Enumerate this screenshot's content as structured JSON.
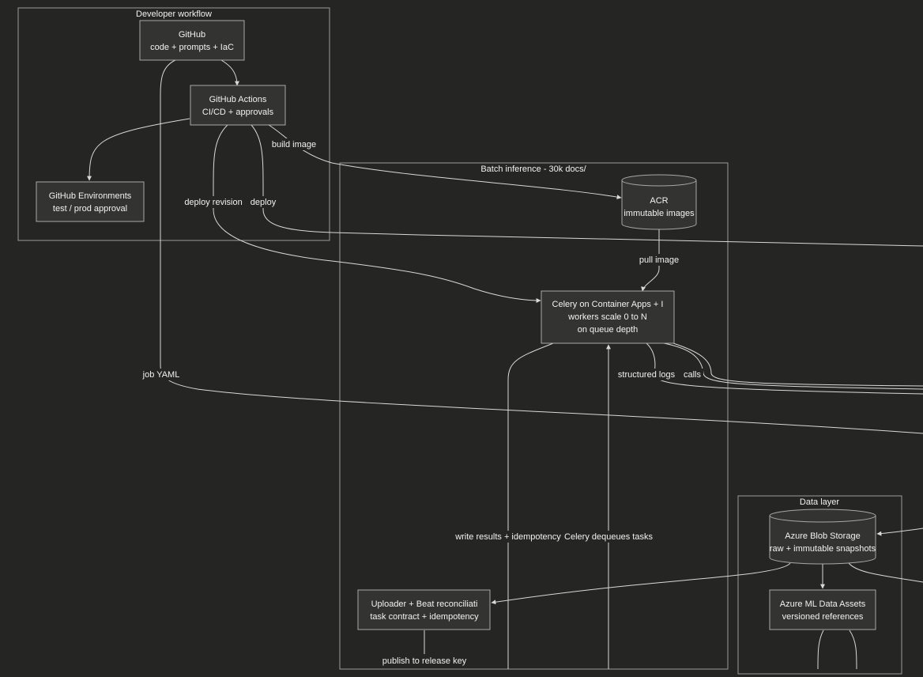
{
  "clusters": {
    "dev": {
      "title": "Developer workflow"
    },
    "batch": {
      "title": "Batch inference - 30k docs/"
    },
    "data": {
      "title": "Data layer"
    }
  },
  "nodes": {
    "github": {
      "line1": "GitHub",
      "line2": "code + prompts + IaC"
    },
    "actions": {
      "line1": "GitHub Actions",
      "line2": "CI/CD + approvals"
    },
    "environments": {
      "line1": "GitHub Environments",
      "line2": "test / prod approval"
    },
    "acr": {
      "line1": "ACR",
      "line2": "immutable images"
    },
    "celery": {
      "line1": "Celery on Container Apps + I",
      "line2": "workers scale 0 to N",
      "line3": "on queue depth"
    },
    "uploader": {
      "line1": "Uploader + Beat reconciliati",
      "line2": "task contract + idempotency"
    },
    "blob": {
      "line1": "Azure Blob Storage",
      "line2": "raw + immutable snapshots"
    },
    "assets": {
      "line1": "Azure ML Data Assets",
      "line2": "versioned references"
    }
  },
  "edge_labels": {
    "build_image": "build image",
    "deploy_revision": "deploy revision",
    "deploy": "deploy",
    "pull_image": "pull image",
    "job_yaml": "job YAML",
    "structured_logs": "structured logs",
    "calls": "calls",
    "write_results": "write results + idempotency",
    "celery_dequeues": "Celery dequeues tasks",
    "publish": "publish to release key"
  },
  "colors": {
    "background": "#252524",
    "node_fill": "#333332",
    "node_stroke": "#a8a8a8",
    "edge": "#d9d9d9",
    "text": "#f2f2f2"
  }
}
